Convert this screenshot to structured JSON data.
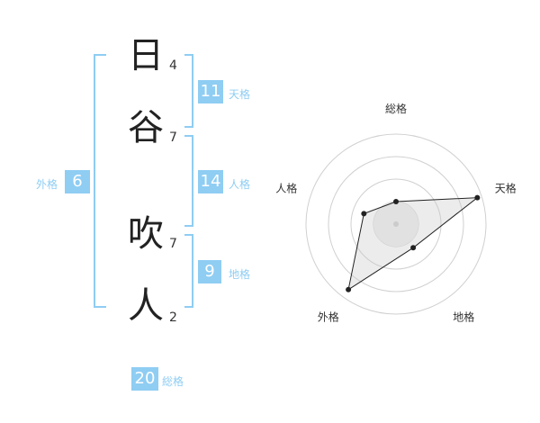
{
  "name": {
    "chars": [
      {
        "char": "日",
        "strokes": "4"
      },
      {
        "char": "谷",
        "strokes": "7"
      },
      {
        "char": "吹",
        "strokes": "7"
      },
      {
        "char": "人",
        "strokes": "2"
      }
    ]
  },
  "fortune": {
    "tenkaku": {
      "value": "11",
      "label": "天格"
    },
    "jinkaku": {
      "value": "14",
      "label": "人格"
    },
    "chikaku": {
      "value": "9",
      "label": "地格"
    },
    "gaikaku": {
      "value": "6",
      "label": "外格"
    },
    "soukaku": {
      "value": "20",
      "label": "総格"
    }
  },
  "colors": {
    "accent": "#8fcdf3",
    "text": "#333333"
  },
  "chart_data": {
    "type": "radar",
    "axes": [
      "総格",
      "天格",
      "地格",
      "外格",
      "人格"
    ],
    "values": [
      1.0,
      3.8,
      1.3,
      3.6,
      1.5
    ],
    "rings": 4,
    "max": 4
  }
}
